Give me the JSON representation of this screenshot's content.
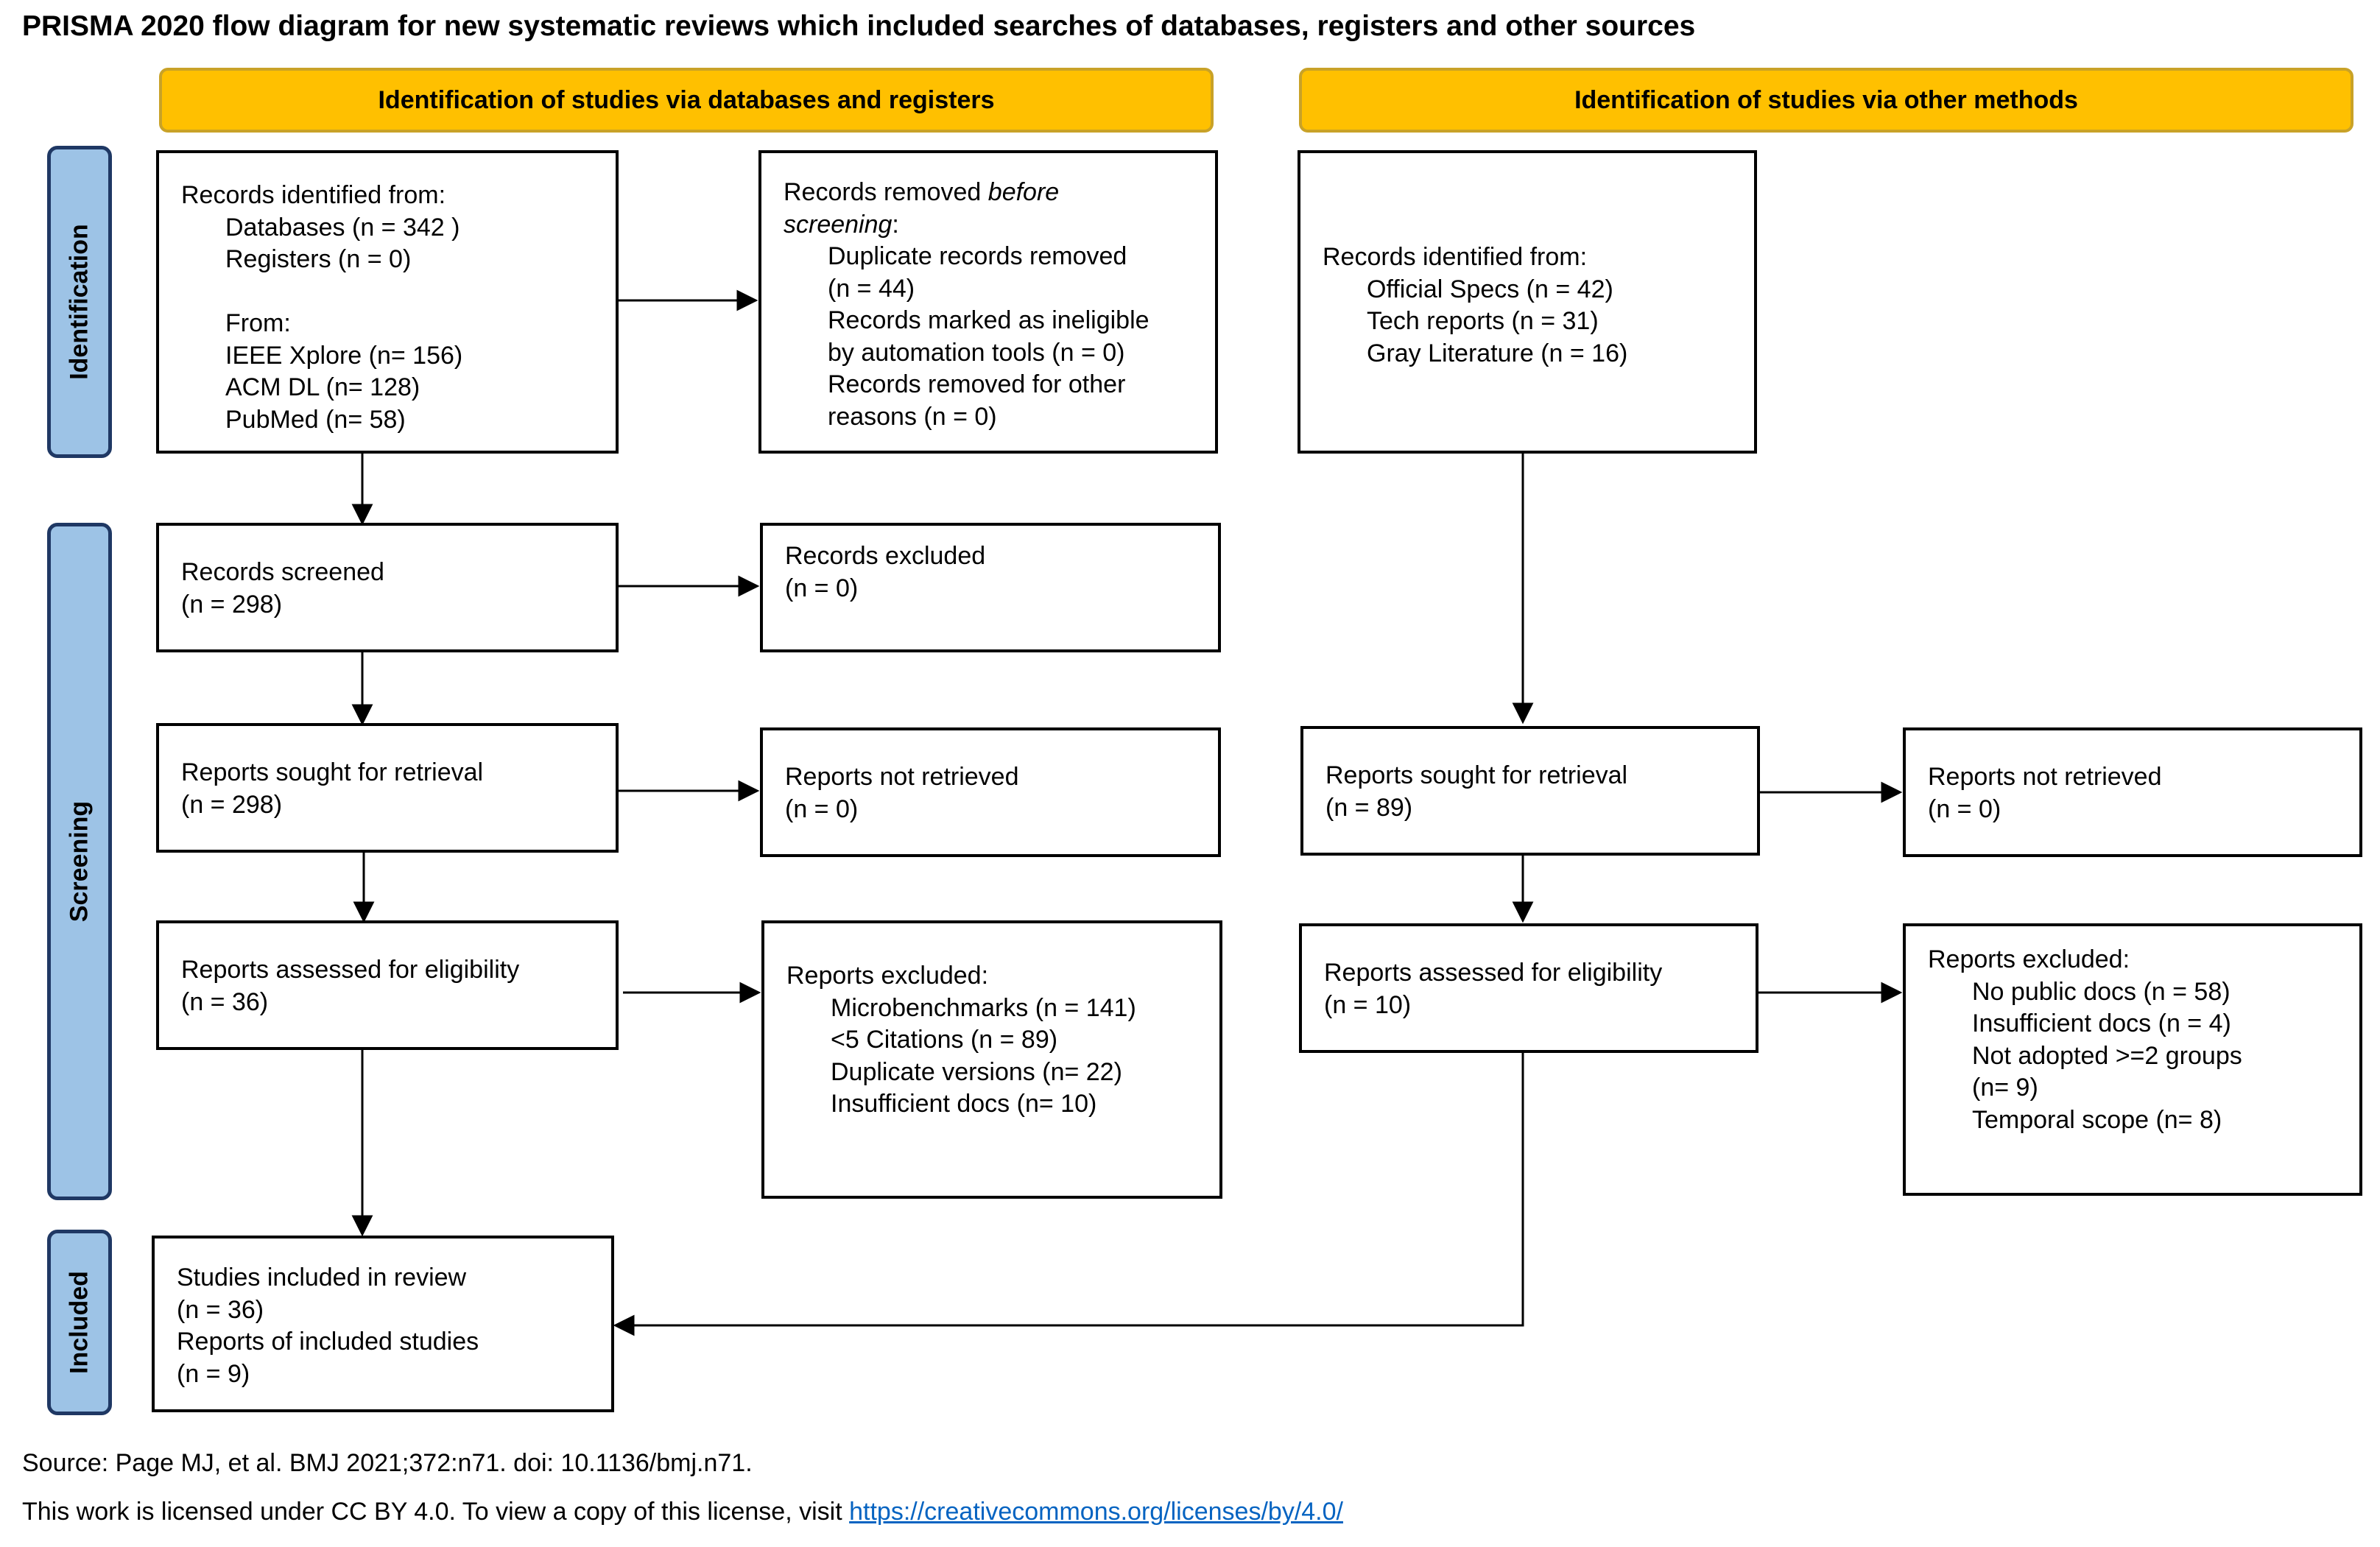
{
  "title": "PRISMA 2020 flow diagram for new systematic reviews which included searches of databases, registers and other sources",
  "banners": {
    "left": "Identification of studies via databases and registers",
    "right": "Identification of studies via other methods"
  },
  "phases": {
    "identification": "Identification",
    "screening": "Screening",
    "included": "Included"
  },
  "left": {
    "records_identified": {
      "heading": "Records identified from:",
      "databases": "Databases (n = 342 )",
      "registers": "Registers (n = 0)",
      "from": "From:",
      "ieee": "IEEE Xplore (n= 156)",
      "acm": "ACM DL (n= 128)",
      "pubmed": "PubMed (n= 58)"
    },
    "records_removed": {
      "heading_pre": "Records removed ",
      "heading_em1": "before",
      "heading_em2": "screening",
      "heading_post": ":",
      "dup": "Duplicate records removed",
      "dup_n": "(n = 44)",
      "inelig": "Records marked as ineligible",
      "inelig_n": "by automation tools (n = 0)",
      "other": "Records removed for other",
      "other_n": "reasons (n = 0)"
    },
    "records_screened": {
      "label": "Records screened",
      "n": "(n = 298)"
    },
    "records_excluded": {
      "label": "Records excluded",
      "n": "(n = 0)"
    },
    "sought": {
      "label": "Reports sought for retrieval",
      "n": "(n = 298)"
    },
    "not_retrieved": {
      "label": "Reports not retrieved",
      "n": "(n = 0)"
    },
    "assessed": {
      "label": "Reports assessed for eligibility",
      "n": "(n = 36)"
    },
    "excluded": {
      "heading": "Reports excluded:",
      "r1": "Microbenchmarks (n = 141)",
      "r2": "<5 Citations (n = 89)",
      "r3": "Duplicate versions (n= 22)",
      "r4": "Insufficient docs (n= 10)"
    },
    "included": {
      "l1": "Studies included in review",
      "l2": "(n = 36)",
      "l3": "Reports of included studies",
      "l4": "(n = 9)"
    }
  },
  "right": {
    "records_identified": {
      "heading": "Records identified from:",
      "specs": "Official Specs (n = 42)",
      "tech": "Tech reports (n = 31)",
      "gray": "Gray Literature (n = 16)"
    },
    "sought": {
      "label": "Reports sought for retrieval",
      "n": "(n = 89)"
    },
    "not_retrieved": {
      "label": "Reports not retrieved",
      "n": "(n = 0)"
    },
    "assessed": {
      "label": "Reports assessed for eligibility",
      "n": "(n = 10)"
    },
    "excluded": {
      "heading": "Reports excluded:",
      "r1": "No public docs (n = 58)",
      "r2": "Insufficient docs (n = 4)",
      "r3": "Not adopted >=2 groups",
      "r3b": "(n= 9)",
      "r4": "Temporal scope (n= 8)"
    }
  },
  "footer": {
    "source": "Source: Page MJ, et al. BMJ 2021;372:n71. doi: 10.1136/bmj.n71.",
    "license_text": "This work is licensed under CC BY 4.0. To view a copy of this license, visit ",
    "license_link": "https://creativecommons.org/licenses/by/4.0/"
  }
}
